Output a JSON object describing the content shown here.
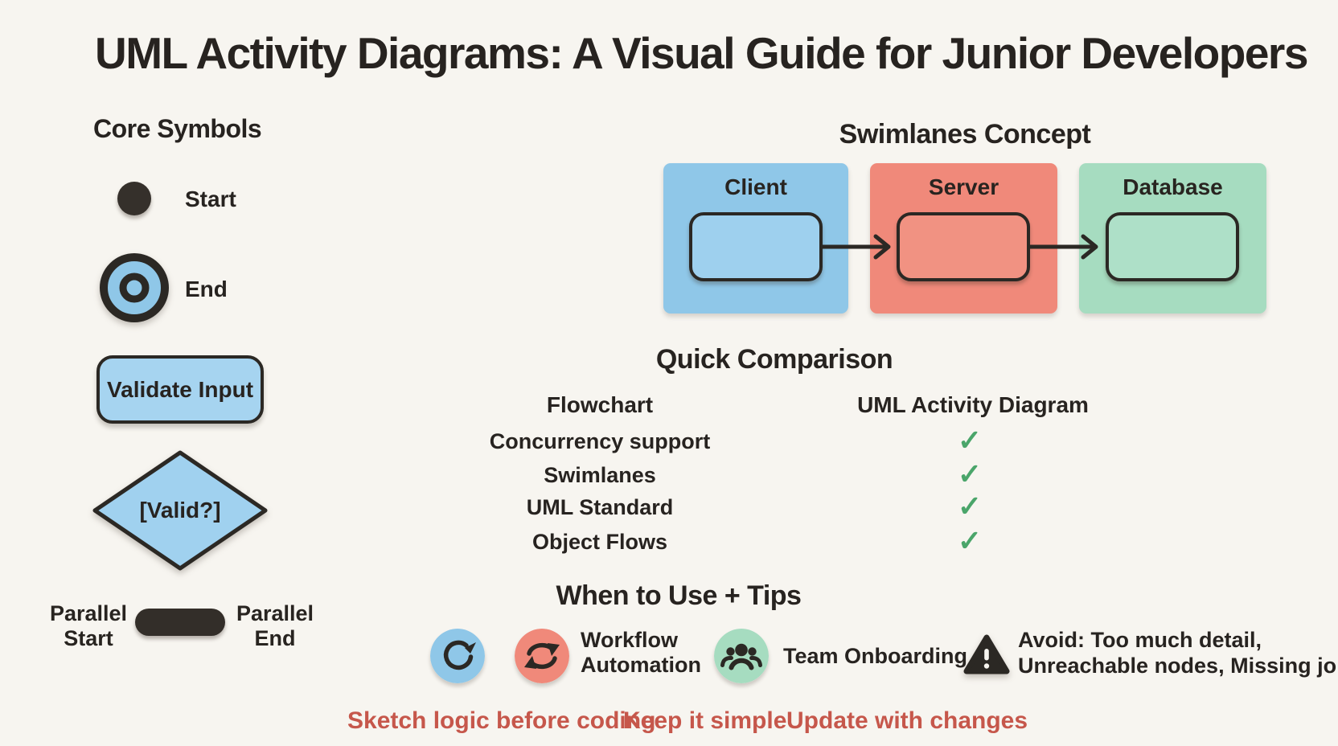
{
  "page": {
    "title": "UML Activity Diagrams: A Visual Guide for Junior Developers",
    "background": "#f7f5f0"
  },
  "colors": {
    "ink": "#2b2824",
    "blue": "#8fc7e8",
    "blue_shape": "#a6d4f0",
    "salmon": "#f0897a",
    "green": "#a6dcc0",
    "check_green": "#4aa56a",
    "tip_red": "#c6574b"
  },
  "core_symbols": {
    "heading": "Core Symbols",
    "start_label": "Start",
    "end_label": "End",
    "action_label": "Validate Input",
    "decision_label": "[Valid?]",
    "parallel_start_line1": "Parallel",
    "parallel_start_line2": "Start",
    "parallel_end_line1": "Parallel",
    "parallel_end_line2": "End"
  },
  "swimlanes": {
    "heading": "Swimlanes Concept",
    "lanes": [
      {
        "label": "Client",
        "color": "#8fc7e8"
      },
      {
        "label": "Server",
        "color": "#f0897a"
      },
      {
        "label": "Database",
        "color": "#a6dcc0"
      }
    ]
  },
  "comparison": {
    "heading": "Quick Comparison",
    "columns": [
      "Flowchart",
      "UML Activity Diagram"
    ],
    "rows": [
      {
        "feature": "Concurrency support",
        "check": "✓"
      },
      {
        "feature": "Swimlanes",
        "check": "✓"
      },
      {
        "feature": "UML Standard",
        "check": "✓"
      },
      {
        "feature": "Object Flows",
        "check": "✓"
      }
    ]
  },
  "tips": {
    "heading": "When to Use + Tips",
    "workflow_line1": "Workflow",
    "workflow_line2": "Automation",
    "onboarding_label": "Team Onboarding",
    "avoid_line1": "Avoid: Too much detail,",
    "avoid_line2": "Unreachable nodes, Missing joins",
    "footer": [
      "Sketch logic before coding",
      "Keep it simple",
      "Update with changes"
    ]
  }
}
